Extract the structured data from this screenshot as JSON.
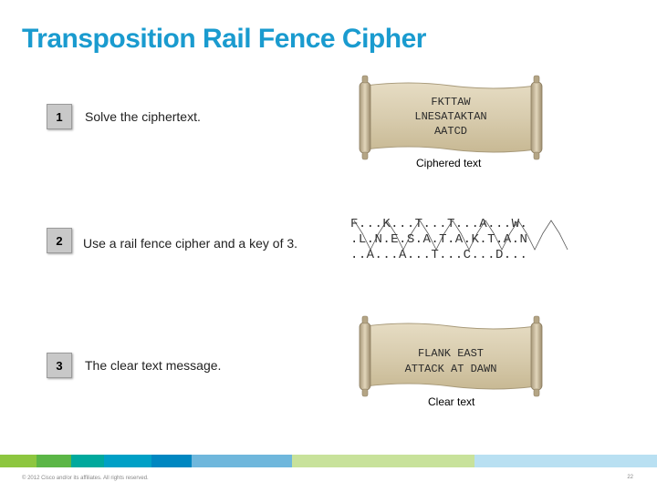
{
  "slide": {
    "title": "Transposition Rail Fence Cipher",
    "title_color": "#1a9bcf"
  },
  "steps": [
    {
      "number": "1",
      "text": "Solve the ciphertext."
    },
    {
      "number": "2",
      "text": "Use a rail fence cipher and a key of 3."
    },
    {
      "number": "3",
      "text": "The clear text message."
    }
  ],
  "cipher_scroll": {
    "lines": [
      "FKTTAW",
      "LNESATAKTAN",
      "AATCD"
    ],
    "caption": "Ciphered text"
  },
  "rail_fence": {
    "rows": [
      "F...K...T...T...A...W.",
      ".L.N.E.S.A.T.A.K.T.A.N",
      "..A...A...T...C...D..."
    ]
  },
  "clear_scroll": {
    "lines": [
      "FLANK EAST",
      "ATTACK AT DAWN"
    ],
    "caption": "Clear text"
  },
  "footer": {
    "copyright": "© 2012 Cisco and/or its affiliates. All rights reserved.",
    "page_number": "22",
    "bar_colors": [
      "#8dc63f",
      "#5bb646",
      "#00a99d",
      "#00a0c6",
      "#0087c1",
      "#6fb7dc",
      "#c8e29b",
      "#b9e0f2"
    ]
  }
}
